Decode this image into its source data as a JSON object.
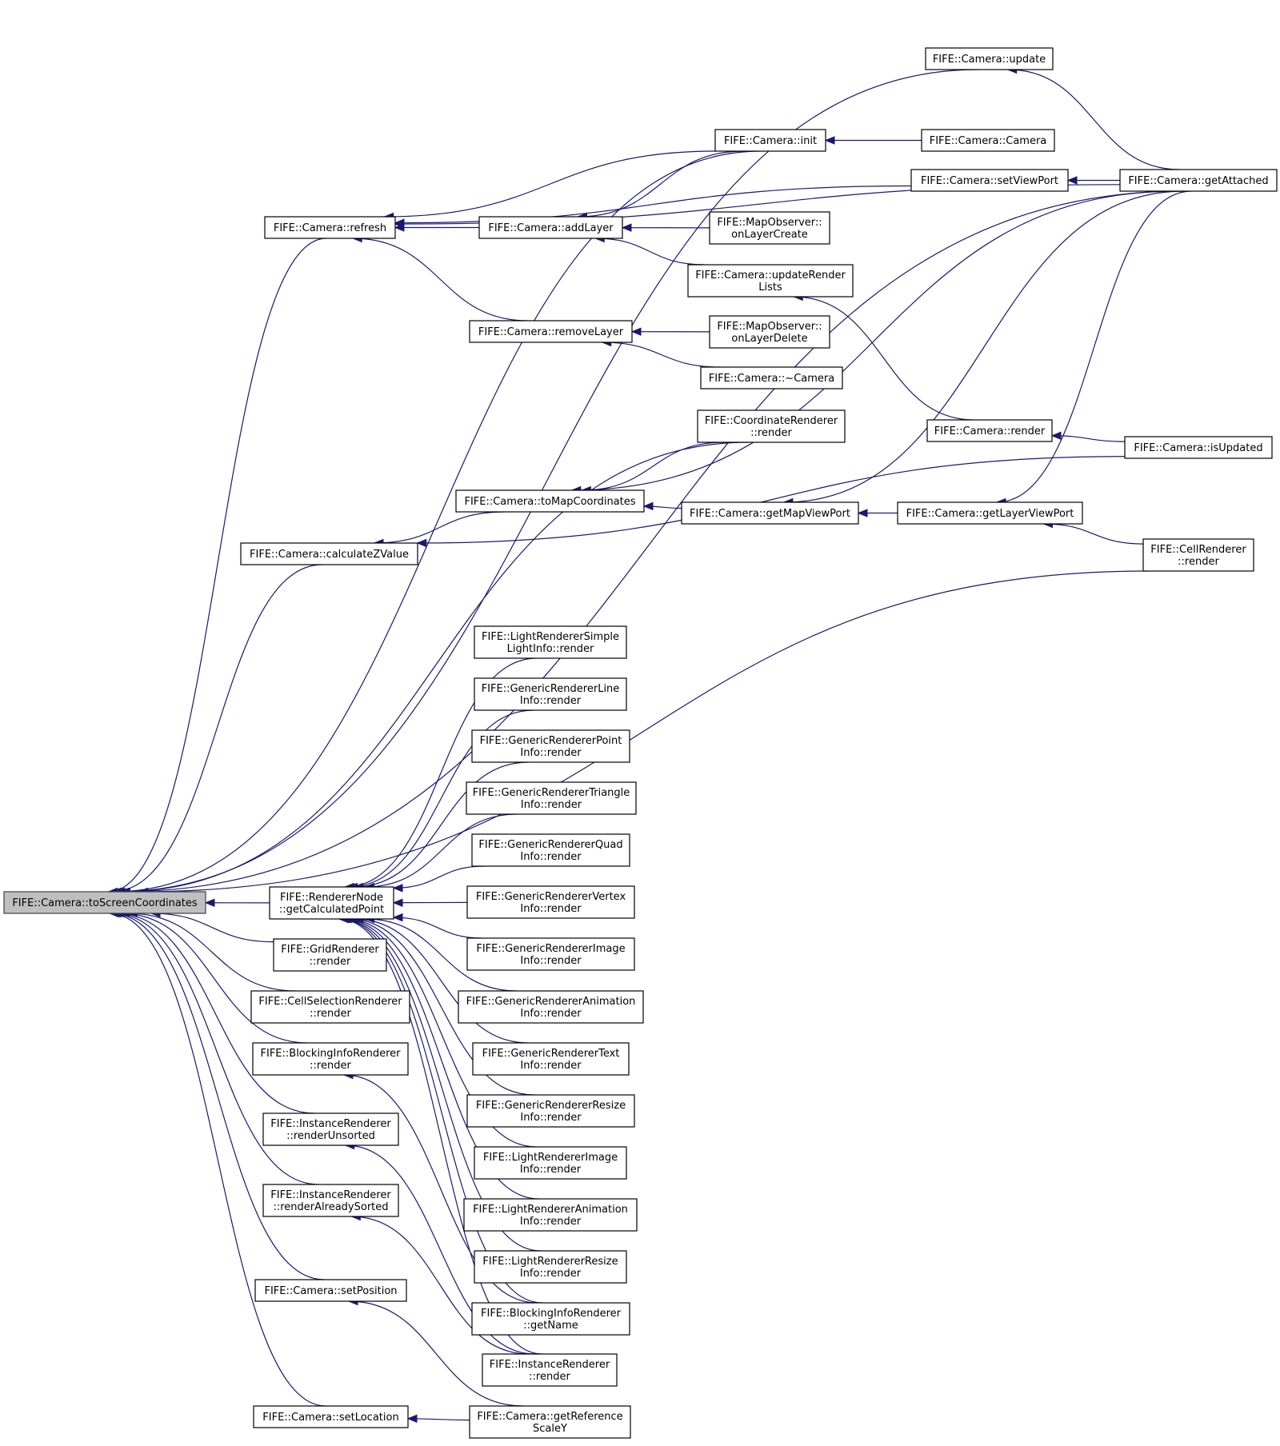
{
  "graph": {
    "type": "caller-graph",
    "root": "n0",
    "colors": {
      "edge": "#191970",
      "root_fill": "#bfbfbf",
      "node_fill": "#ffffff",
      "node_border": "#000000"
    },
    "nodes": [
      {
        "id": "n0",
        "lines": [
          "FIFE::Camera::toScreenCoordinates"
        ]
      },
      {
        "id": "n1",
        "lines": [
          "FIFE::Camera::update"
        ]
      },
      {
        "id": "n2",
        "lines": [
          "FIFE::Camera::init"
        ]
      },
      {
        "id": "n3",
        "lines": [
          "FIFE::Camera::Camera"
        ]
      },
      {
        "id": "n4",
        "lines": [
          "FIFE::Camera::setViewPort"
        ]
      },
      {
        "id": "n5",
        "lines": [
          "FIFE::Camera::getAttached"
        ]
      },
      {
        "id": "n6",
        "lines": [
          "FIFE::Camera::refresh"
        ]
      },
      {
        "id": "n7",
        "lines": [
          "FIFE::Camera::addLayer"
        ]
      },
      {
        "id": "n8",
        "lines": [
          "FIFE::MapObserver::",
          "onLayerCreate"
        ]
      },
      {
        "id": "n9",
        "lines": [
          "FIFE::Camera::updateRender",
          "Lists"
        ]
      },
      {
        "id": "n10",
        "lines": [
          "FIFE::Camera::removeLayer"
        ]
      },
      {
        "id": "n11",
        "lines": [
          "FIFE::MapObserver::",
          "onLayerDelete"
        ]
      },
      {
        "id": "n12",
        "lines": [
          "FIFE::Camera::~Camera"
        ]
      },
      {
        "id": "n13",
        "lines": [
          "FIFE::CoordinateRenderer",
          "::render"
        ]
      },
      {
        "id": "n14",
        "lines": [
          "FIFE::Camera::render"
        ]
      },
      {
        "id": "n15",
        "lines": [
          "FIFE::Camera::isUpdated"
        ]
      },
      {
        "id": "n16",
        "lines": [
          "FIFE::Camera::toMapCoordinates"
        ]
      },
      {
        "id": "n17",
        "lines": [
          "FIFE::Camera::getMapViewPort"
        ]
      },
      {
        "id": "n18",
        "lines": [
          "FIFE::Camera::getLayerViewPort"
        ]
      },
      {
        "id": "n19",
        "lines": [
          "FIFE::Camera::calculateZValue"
        ]
      },
      {
        "id": "n20",
        "lines": [
          "FIFE::CellRenderer",
          "::render"
        ]
      },
      {
        "id": "n21",
        "lines": [
          "FIFE::LightRendererSimple",
          "LightInfo::render"
        ]
      },
      {
        "id": "n22",
        "lines": [
          "FIFE::GenericRendererLine",
          "Info::render"
        ]
      },
      {
        "id": "n23",
        "lines": [
          "FIFE::GenericRendererPoint",
          "Info::render"
        ]
      },
      {
        "id": "n24",
        "lines": [
          "FIFE::GenericRendererTriangle",
          "Info::render"
        ]
      },
      {
        "id": "n25",
        "lines": [
          "FIFE::GenericRendererQuad",
          "Info::render"
        ]
      },
      {
        "id": "n26",
        "lines": [
          "FIFE::RendererNode",
          "::getCalculatedPoint"
        ]
      },
      {
        "id": "n27",
        "lines": [
          "FIFE::GenericRendererVertex",
          "Info::render"
        ]
      },
      {
        "id": "n28",
        "lines": [
          "FIFE::GridRenderer",
          "::render"
        ]
      },
      {
        "id": "n29",
        "lines": [
          "FIFE::GenericRendererImage",
          "Info::render"
        ]
      },
      {
        "id": "n30",
        "lines": [
          "FIFE::CellSelectionRenderer",
          "::render"
        ]
      },
      {
        "id": "n31",
        "lines": [
          "FIFE::GenericRendererAnimation",
          "Info::render"
        ]
      },
      {
        "id": "n32",
        "lines": [
          "FIFE::BlockingInfoRenderer",
          "::render"
        ]
      },
      {
        "id": "n33",
        "lines": [
          "FIFE::GenericRendererText",
          "Info::render"
        ]
      },
      {
        "id": "n34",
        "lines": [
          "FIFE::GenericRendererResize",
          "Info::render"
        ]
      },
      {
        "id": "n35",
        "lines": [
          "FIFE::InstanceRenderer",
          "::renderUnsorted"
        ]
      },
      {
        "id": "n36",
        "lines": [
          "FIFE::LightRendererImage",
          "Info::render"
        ]
      },
      {
        "id": "n37",
        "lines": [
          "FIFE::InstanceRenderer",
          "::renderAlreadySorted"
        ]
      },
      {
        "id": "n38",
        "lines": [
          "FIFE::LightRendererAnimation",
          "Info::render"
        ]
      },
      {
        "id": "n39",
        "lines": [
          "FIFE::LightRendererResize",
          "Info::render"
        ]
      },
      {
        "id": "n40",
        "lines": [
          "FIFE::Camera::setPosition"
        ]
      },
      {
        "id": "n41",
        "lines": [
          "FIFE::BlockingInfoRenderer",
          "::getName"
        ]
      },
      {
        "id": "n42",
        "lines": [
          "FIFE::InstanceRenderer",
          "::render"
        ]
      },
      {
        "id": "n43",
        "lines": [
          "FIFE::Camera::setLocation"
        ]
      },
      {
        "id": "n44",
        "lines": [
          "FIFE::Camera::getReference",
          "ScaleY"
        ]
      }
    ],
    "edges": [
      [
        "n0",
        "n5"
      ],
      [
        "n0",
        "n1"
      ],
      [
        "n0",
        "n2"
      ],
      [
        "n0",
        "n6"
      ],
      [
        "n0",
        "n13"
      ],
      [
        "n0",
        "n19"
      ],
      [
        "n0",
        "n20"
      ],
      [
        "n0",
        "n26"
      ],
      [
        "n0",
        "n28"
      ],
      [
        "n0",
        "n30"
      ],
      [
        "n0",
        "n32"
      ],
      [
        "n0",
        "n35"
      ],
      [
        "n0",
        "n37"
      ],
      [
        "n0",
        "n40"
      ],
      [
        "n0",
        "n43"
      ],
      [
        "n1",
        "n5"
      ],
      [
        "n2",
        "n3"
      ],
      [
        "n4",
        "n5"
      ],
      [
        "n6",
        "n2"
      ],
      [
        "n6",
        "n4"
      ],
      [
        "n6",
        "n5"
      ],
      [
        "n6",
        "n7"
      ],
      [
        "n6",
        "n10"
      ],
      [
        "n7",
        "n2"
      ],
      [
        "n7",
        "n8"
      ],
      [
        "n7",
        "n9"
      ],
      [
        "n9",
        "n14"
      ],
      [
        "n10",
        "n11"
      ],
      [
        "n10",
        "n12"
      ],
      [
        "n14",
        "n15"
      ],
      [
        "n16",
        "n13"
      ],
      [
        "n16",
        "n5"
      ],
      [
        "n16",
        "n17"
      ],
      [
        "n17",
        "n5"
      ],
      [
        "n17",
        "n18"
      ],
      [
        "n18",
        "n5"
      ],
      [
        "n18",
        "n20"
      ],
      [
        "n19",
        "n16"
      ],
      [
        "n19",
        "n15"
      ],
      [
        "n26",
        "n21"
      ],
      [
        "n26",
        "n22"
      ],
      [
        "n26",
        "n23"
      ],
      [
        "n26",
        "n24"
      ],
      [
        "n26",
        "n25"
      ],
      [
        "n26",
        "n27"
      ],
      [
        "n26",
        "n29"
      ],
      [
        "n26",
        "n31"
      ],
      [
        "n26",
        "n33"
      ],
      [
        "n26",
        "n34"
      ],
      [
        "n26",
        "n36"
      ],
      [
        "n26",
        "n38"
      ],
      [
        "n26",
        "n39"
      ],
      [
        "n26",
        "n41"
      ],
      [
        "n26",
        "n42"
      ],
      [
        "n32",
        "n41"
      ],
      [
        "n35",
        "n42"
      ],
      [
        "n37",
        "n42"
      ],
      [
        "n40",
        "n44"
      ],
      [
        "n43",
        "n44"
      ]
    ]
  }
}
